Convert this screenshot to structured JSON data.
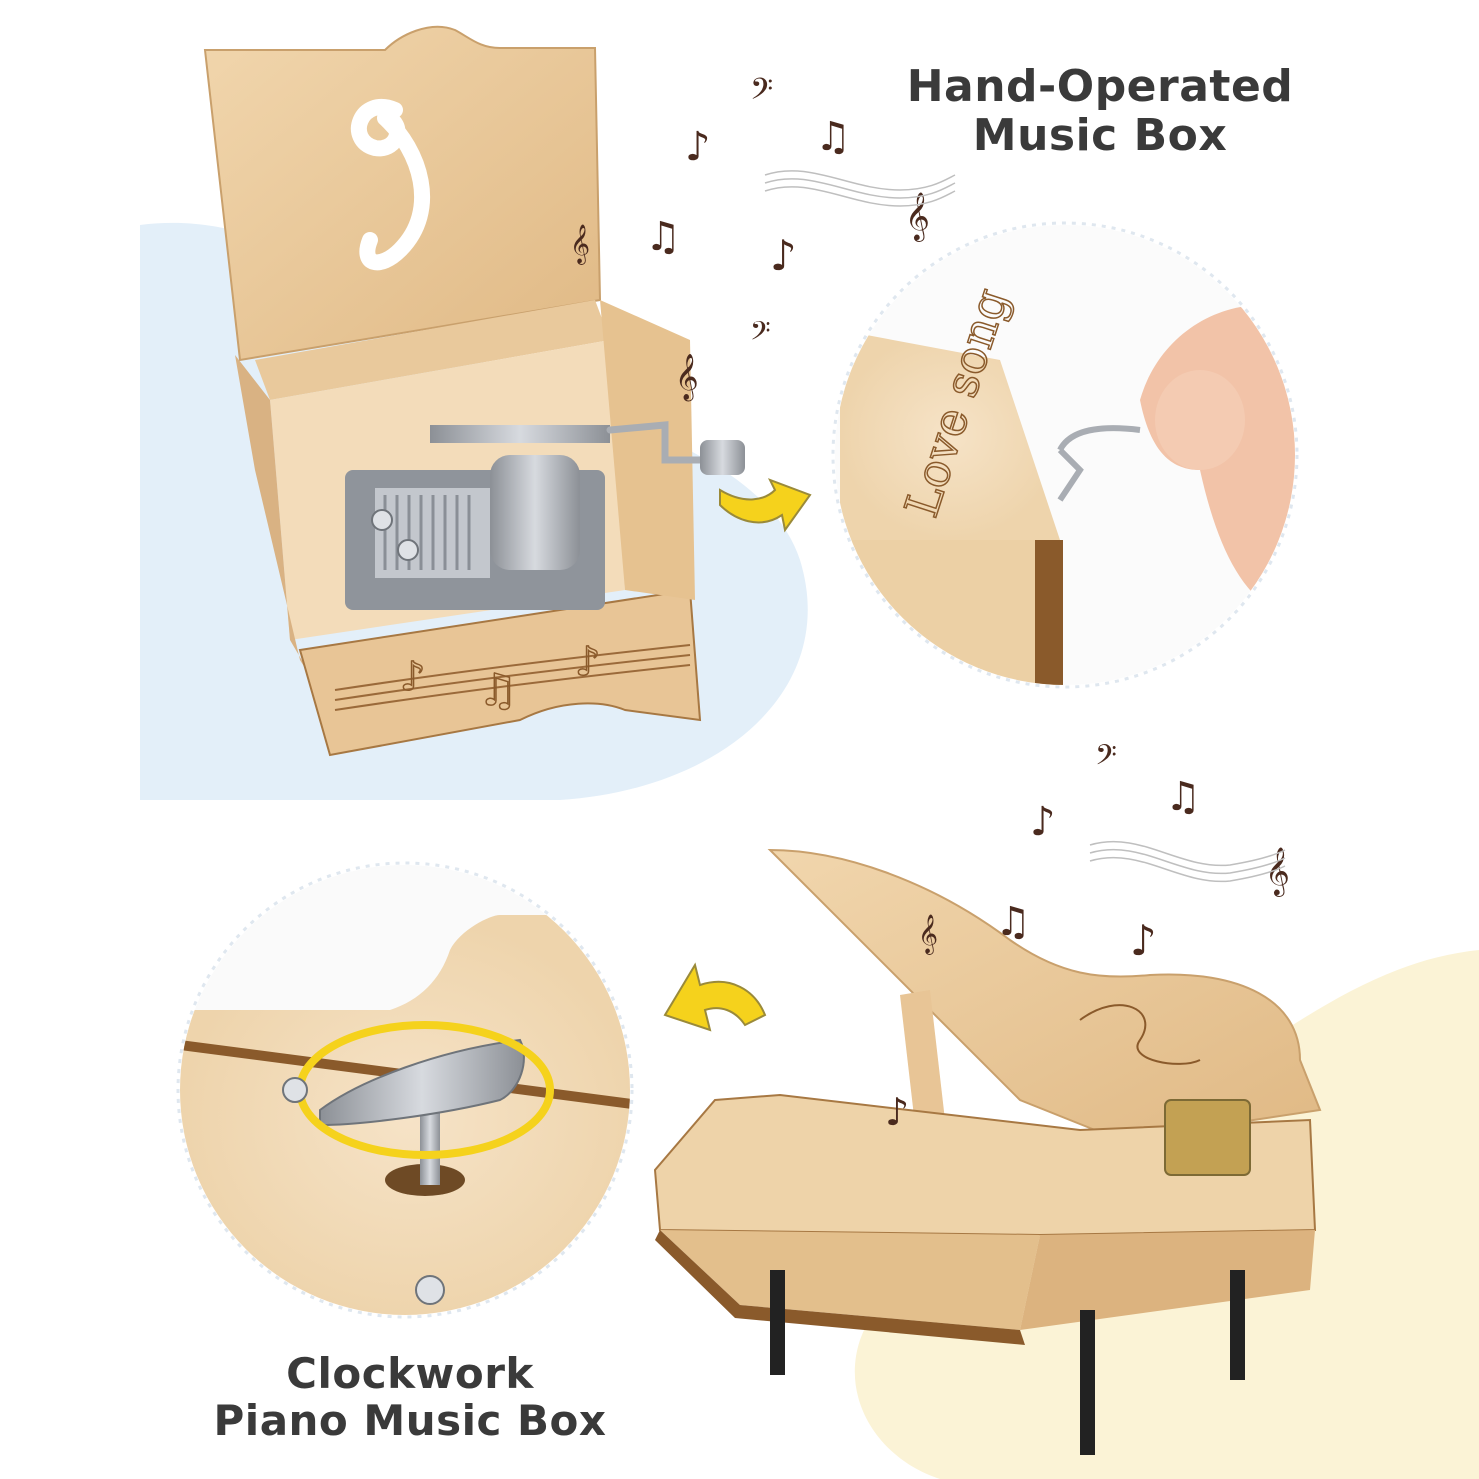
{
  "captions": {
    "hand_operated": {
      "line1": "Hand-Operated",
      "line2": "Music Box"
    },
    "clockwork": {
      "line1": "Clockwork",
      "line2": "Piano Music Box"
    }
  },
  "engraving": {
    "lid_text": "Love song"
  },
  "colors": {
    "wood": "#e9c99c",
    "wood_dark": "#c89a64",
    "wood_edge": "#8a5a2b",
    "blue_blob": "#e3eff9",
    "yellow_blob": "#fbf3d6",
    "arrow_yellow": "#f5d21c",
    "note": "#4a2a1e",
    "metal": "#a9adb3",
    "caption": "#3a3a3a"
  },
  "icons": [
    "music-note-icon",
    "double-note-icon",
    "treble-clef-icon",
    "rotate-arrow-icon",
    "crank-handle-icon",
    "wind-up-key-icon"
  ]
}
